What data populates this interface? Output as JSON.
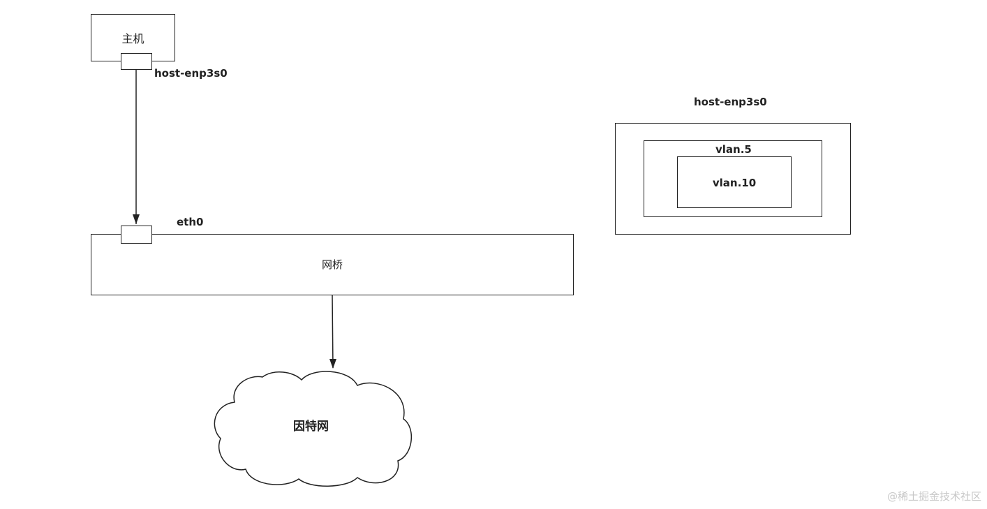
{
  "host": {
    "label": "主机",
    "port_label": "host-enp3s0"
  },
  "bridge": {
    "label": "网桥",
    "port_label": "eth0"
  },
  "internet": {
    "label": "因特网"
  },
  "vlan_diagram": {
    "outer_label": "host-enp3s0",
    "middle_label": "vlan.5",
    "inner_label": "vlan.10"
  },
  "watermark": "@稀土掘金技术社区"
}
